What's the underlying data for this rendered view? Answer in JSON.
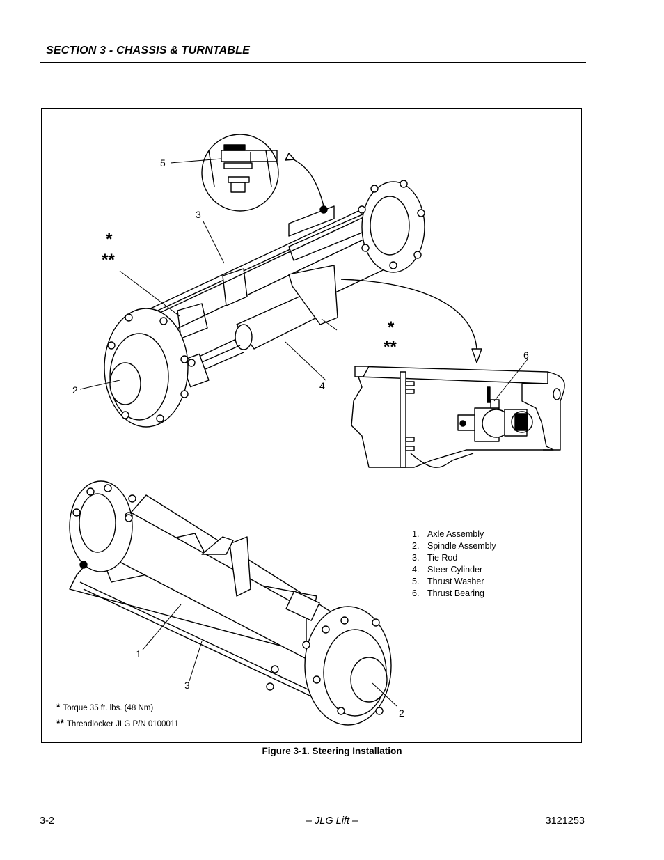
{
  "header": {
    "section_title": "SECTION 3 - CHASSIS & TURNTABLE"
  },
  "figure": {
    "callouts": {
      "c5": "5",
      "c3_top": "3",
      "c2_top": "2",
      "c4": "4",
      "c6": "6",
      "c1": "1",
      "c3_bottom": "3",
      "c2_bottom": "2"
    },
    "stars": {
      "single": "*",
      "double": "**"
    },
    "legend": [
      {
        "num": "1.",
        "label": "Axle Assembly"
      },
      {
        "num": "2.",
        "label": "Spindle Assembly"
      },
      {
        "num": "3.",
        "label": "Tie Rod"
      },
      {
        "num": "4.",
        "label": "Steer Cylinder"
      },
      {
        "num": "5.",
        "label": "Thrust Washer"
      },
      {
        "num": "6.",
        "label": "Thrust Bearing"
      }
    ],
    "notes": [
      {
        "mark": "*",
        "text": "Torque 35 ft. lbs. (48 Nm)"
      },
      {
        "mark": "**",
        "text": "Threadlocker JLG P/N 0100011"
      }
    ],
    "caption": "Figure 3-1.  Steering Installation"
  },
  "footer": {
    "page_number": "3-2",
    "center": "– JLG Lift –",
    "doc_number": "3121253"
  }
}
